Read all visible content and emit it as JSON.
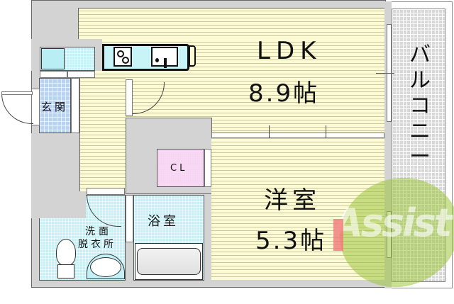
{
  "floorplan": {
    "rooms": {
      "ldk": {
        "name": "LDK",
        "size": "8.9帖"
      },
      "western_room": {
        "name": "洋室",
        "size": "5.3帖"
      },
      "entrance": {
        "name": "玄関"
      },
      "washroom": {
        "line1": "洗面",
        "line2": "脱衣所"
      },
      "bathroom": {
        "name": "浴室"
      },
      "closet": {
        "name": "CL"
      },
      "balcony": {
        "name": "バルコニー"
      }
    },
    "watermark": {
      "text": "Assist",
      "color": "#9cc43c"
    },
    "colors": {
      "wall": "#d3d3d3",
      "floor": "#fcfbd4",
      "wet_area": "#c4f0f7",
      "entrance": "#b8d3f2",
      "closet": "#f6d6f2",
      "balcony": "#d8d8d8"
    }
  }
}
